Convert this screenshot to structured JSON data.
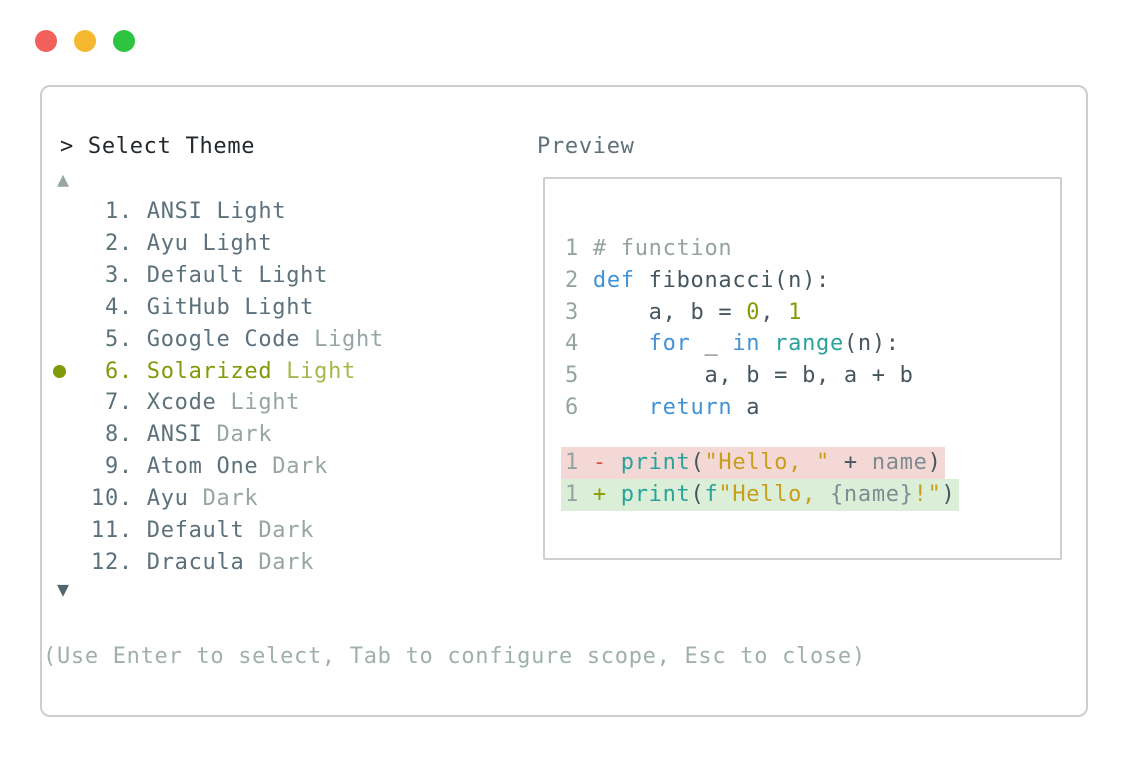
{
  "window": {
    "traffic_lights": [
      {
        "name": "close-button",
        "color": "#f2605b"
      },
      {
        "name": "minimize-button",
        "color": "#f5b82f"
      },
      {
        "name": "zoom-button",
        "color": "#2dc53f"
      }
    ]
  },
  "palette": {
    "list_primary": "#5c717b",
    "list_dim": "#97a5a5",
    "selected": "#7f9a08",
    "selected_dim": "#a7b84a",
    "title_dark": "#23282c",
    "preview_title": "#5e7079",
    "scroll_up": "#98a6a4",
    "scroll_down": "#51666f",
    "gray": "#95a3a3",
    "gray2": "#7e8c92",
    "blue": "#4292d6",
    "dark": "#46565e",
    "olive": "#869b04",
    "teal": "#2aa39b",
    "gold": "#c89e1b",
    "red": "#e0534d",
    "diff_red_bg": "#f3d8d5",
    "diff_green_bg": "#daeed8"
  },
  "selector": {
    "title": "> Select Theme",
    "scroll_up": "▲",
    "scroll_down": "▼",
    "hint": "(Use Enter to select, Tab to configure scope, Esc to close)",
    "items": [
      {
        "num": " 1. ",
        "name": "ANSI Light",
        "suffix": "",
        "selected": false,
        "dim_suffix": false
      },
      {
        "num": " 2. ",
        "name": "Ayu Light",
        "suffix": "",
        "selected": false,
        "dim_suffix": false
      },
      {
        "num": " 3. ",
        "name": "Default Light",
        "suffix": "",
        "selected": false,
        "dim_suffix": false
      },
      {
        "num": " 4. ",
        "name": "GitHub Light",
        "suffix": "",
        "selected": false,
        "dim_suffix": false
      },
      {
        "num": " 5. ",
        "name": "Google Code",
        "suffix": "Light",
        "selected": false,
        "dim_suffix": true
      },
      {
        "num": " 6. ",
        "name": "Solarized",
        "suffix": "Light",
        "selected": true,
        "dim_suffix": true
      },
      {
        "num": " 7. ",
        "name": "Xcode",
        "suffix": "Light",
        "selected": false,
        "dim_suffix": true
      },
      {
        "num": " 8. ",
        "name": "ANSI",
        "suffix": "Dark",
        "selected": false,
        "dim_suffix": true
      },
      {
        "num": " 9. ",
        "name": "Atom One",
        "suffix": "Dark",
        "selected": false,
        "dim_suffix": true
      },
      {
        "num": "10. ",
        "name": "Ayu",
        "suffix": "Dark",
        "selected": false,
        "dim_suffix": true
      },
      {
        "num": "11. ",
        "name": "Default",
        "suffix": "Dark",
        "selected": false,
        "dim_suffix": true
      },
      {
        "num": "12. ",
        "name": "Dracula",
        "suffix": "Dark",
        "selected": false,
        "dim_suffix": true
      }
    ]
  },
  "preview": {
    "title": "Preview",
    "code_lines": [
      {
        "tokens": [
          {
            "t": "1 ",
            "c": "gray"
          },
          {
            "t": "# function",
            "c": "gray"
          }
        ]
      },
      {
        "tokens": [
          {
            "t": "2 ",
            "c": "gray"
          },
          {
            "t": "def",
            "c": "blue"
          },
          {
            "t": " fibonacci(n):",
            "c": "dark"
          }
        ]
      },
      {
        "tokens": [
          {
            "t": "3 ",
            "c": "gray"
          },
          {
            "t": "    a, b = ",
            "c": "dark"
          },
          {
            "t": "0",
            "c": "olive"
          },
          {
            "t": ", ",
            "c": "dark"
          },
          {
            "t": "1",
            "c": "olive"
          }
        ]
      },
      {
        "tokens": [
          {
            "t": "4 ",
            "c": "gray"
          },
          {
            "t": "    ",
            "c": "dark"
          },
          {
            "t": "for",
            "c": "blue"
          },
          {
            "t": " _ ",
            "c": "dark"
          },
          {
            "t": "in",
            "c": "blue"
          },
          {
            "t": " ",
            "c": "dark"
          },
          {
            "t": "range",
            "c": "teal"
          },
          {
            "t": "(n):",
            "c": "dark"
          }
        ]
      },
      {
        "tokens": [
          {
            "t": "5 ",
            "c": "gray"
          },
          {
            "t": "        a, b = b, a + b",
            "c": "dark"
          }
        ]
      },
      {
        "tokens": [
          {
            "t": "6 ",
            "c": "gray"
          },
          {
            "t": "    ",
            "c": "dark"
          },
          {
            "t": "return",
            "c": "blue"
          },
          {
            "t": " a",
            "c": "dark"
          }
        ]
      }
    ],
    "diff_lines": [
      {
        "kind": "removed",
        "bg": "diff_red_bg",
        "tokens": [
          {
            "t": "1 ",
            "c": "gray"
          },
          {
            "t": "- ",
            "c": "red"
          },
          {
            "t": "print",
            "c": "teal"
          },
          {
            "t": "(",
            "c": "dark"
          },
          {
            "t": "\"Hello, \"",
            "c": "gold"
          },
          {
            "t": " + ",
            "c": "dark"
          },
          {
            "t": "name",
            "c": "gray2"
          },
          {
            "t": ")",
            "c": "dark"
          }
        ]
      },
      {
        "kind": "added",
        "bg": "diff_green_bg",
        "tokens": [
          {
            "t": "1 ",
            "c": "gray"
          },
          {
            "t": "+ ",
            "c": "olive"
          },
          {
            "t": "print",
            "c": "teal"
          },
          {
            "t": "(",
            "c": "dark"
          },
          {
            "t": "f",
            "c": "teal"
          },
          {
            "t": "\"Hello, ",
            "c": "gold"
          },
          {
            "t": "{name}",
            "c": "gray2"
          },
          {
            "t": "!\"",
            "c": "gold"
          },
          {
            "t": ")",
            "c": "dark"
          }
        ]
      }
    ]
  }
}
